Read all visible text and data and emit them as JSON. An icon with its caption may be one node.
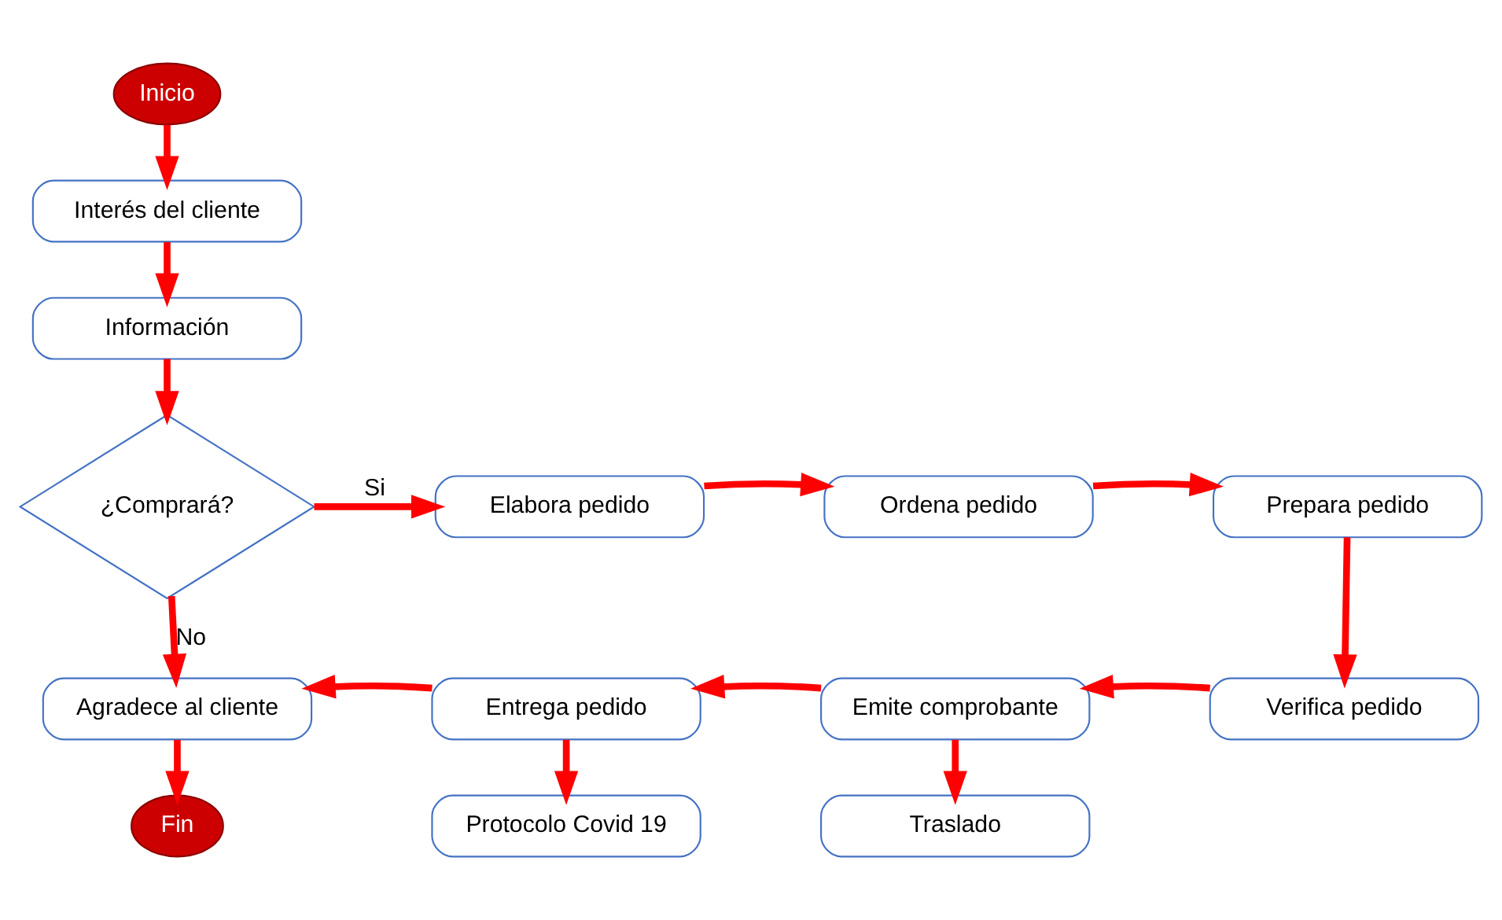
{
  "diagram": {
    "nodes": [
      {
        "text": [
          "Inicio"
        ]
      },
      {
        "text": [
          "Interés del cliente"
        ]
      },
      {
        "text": [
          "Información"
        ]
      },
      {
        "text": [
          "¿Comprará?"
        ]
      },
      {
        "text": [
          "Elabora pedido"
        ]
      },
      {
        "text": [
          "Ordena pedido"
        ]
      },
      {
        "text": [
          "Prepara pedido"
        ]
      },
      {
        "text": [
          "Verifica pedido"
        ]
      },
      {
        "text": [
          "Emite comprobante"
        ]
      },
      {
        "text": [
          "Traslado"
        ]
      },
      {
        "text": [
          "Entrega pedido"
        ]
      },
      {
        "text": [
          "Protocolo Covid 19"
        ]
      },
      {
        "text": [
          "Agradece al cliente"
        ]
      },
      {
        "text": [
          "Fin"
        ]
      }
    ],
    "edges": [
      {
        "from": 0,
        "to": 1,
        "arrow": "to"
      },
      {
        "from": 1,
        "to": 2,
        "arrow": "to"
      },
      {
        "from": 2,
        "to": 3,
        "arrow": "to"
      },
      {
        "from": 3,
        "to": 4,
        "arrow": "to",
        "label": "Si"
      },
      {
        "from": 4,
        "to": 5,
        "arrow": "to"
      },
      {
        "from": 5,
        "to": 6,
        "arrow": "to"
      },
      {
        "from": 6,
        "to": 7,
        "arrow": "to"
      },
      {
        "from": 7,
        "to": 8,
        "arrow": "to"
      },
      {
        "from": 8,
        "to": 9,
        "arrow": "to"
      },
      {
        "from": 8,
        "to": 10,
        "arrow": "to"
      },
      {
        "from": 10,
        "to": 11,
        "arrow": "to"
      },
      {
        "from": 10,
        "to": 12,
        "arrow": "to"
      },
      {
        "from": 3,
        "to": 12,
        "arrow": "to",
        "label": "No"
      },
      {
        "from": 12,
        "to": 13,
        "arrow": "to"
      }
    ]
  }
}
